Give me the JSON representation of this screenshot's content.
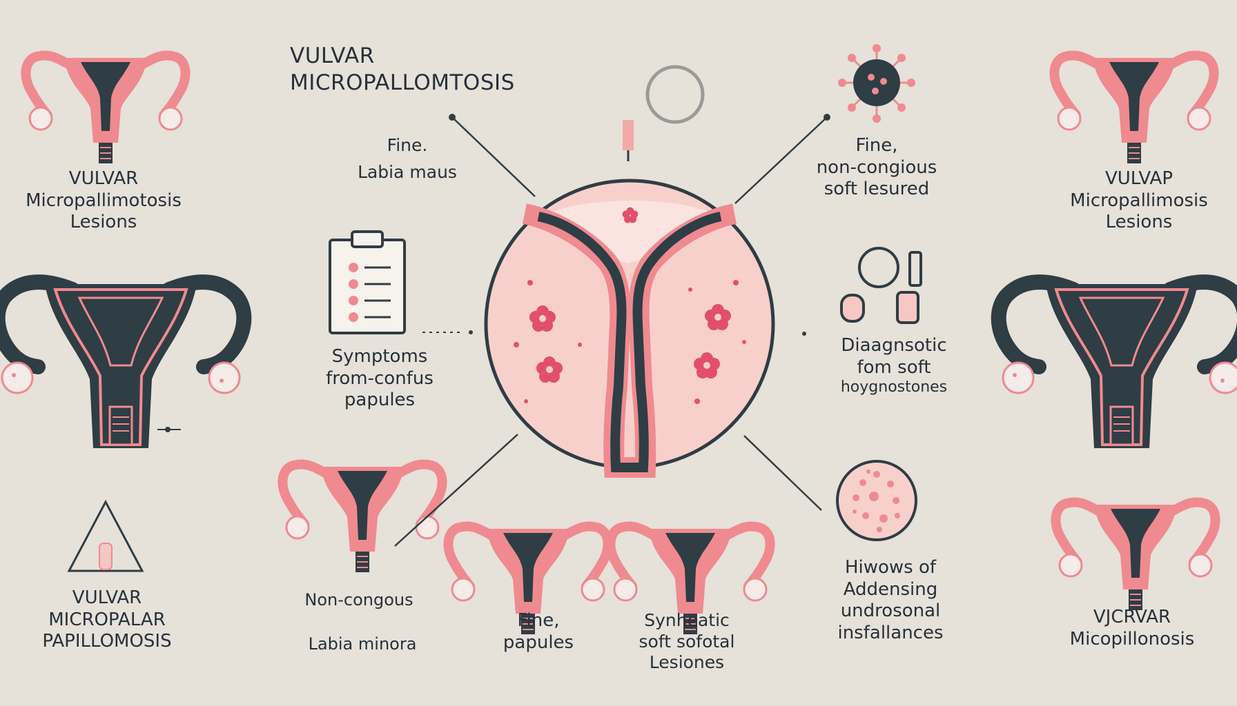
{
  "title": [
    "VULVAR",
    "MICROPALLOMTOSIS"
  ],
  "top_left_label": [
    "VULVAR",
    "Micropallimotosis",
    "Lesions"
  ],
  "top_right_label": [
    "VULVAP",
    "Micropallimosis",
    "Lesions"
  ],
  "bottom_left_label": [
    "VULVAR",
    "MICROPALAR",
    "PAPILLOMOSIS"
  ],
  "bottom_right_label": [
    "VJCRVAR",
    "Micopillonosis"
  ],
  "fine_left": [
    "Fine.",
    "Labia maus"
  ],
  "symptoms": [
    "Symptoms",
    "from-confus",
    "papules"
  ],
  "non_congous": "Non-congous",
  "labia_minora": "Labia minora",
  "fine_papules": [
    "Fine,",
    "papules"
  ],
  "synthetic": [
    "Synheatic",
    "soft sofotal",
    "Lesiones"
  ],
  "fine_right": [
    "Fine,",
    "non-congious",
    "soft lesured"
  ],
  "diagnostic": [
    "Diaagnsotic",
    "fom soft",
    "hoygnostones"
  ],
  "hiwows": [
    "Hiwows of",
    "Addensing",
    "undrosonal",
    "insfallances"
  ],
  "colors": {
    "background": "#e6e1d9",
    "pink": "#ef8a90",
    "dark": "#2f3d44",
    "light_pink": "#f7d0cc",
    "text": "#26313a"
  }
}
